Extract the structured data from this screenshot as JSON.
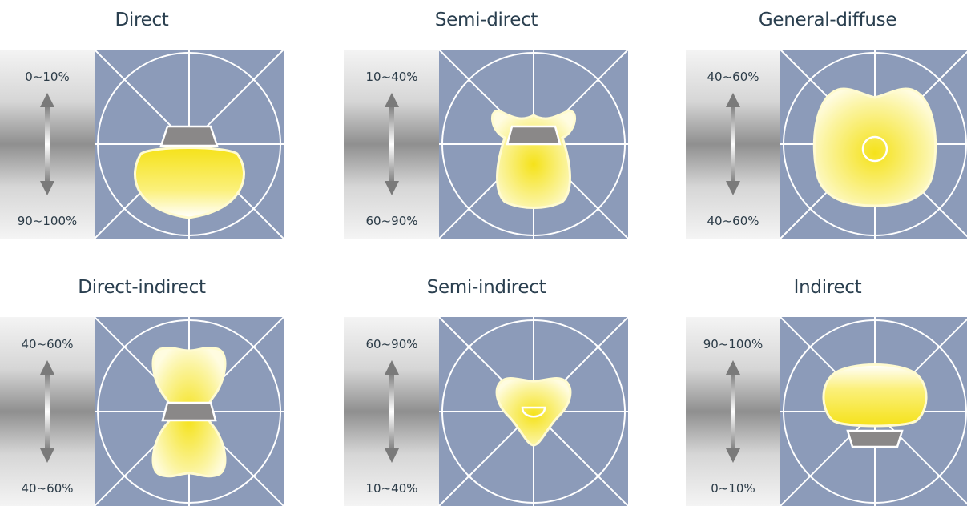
{
  "panels": [
    {
      "title": "Direct",
      "upper": "0~10%",
      "lower": "90~100%"
    },
    {
      "title": "Semi-direct",
      "upper": "10~40%",
      "lower": "60~90%"
    },
    {
      "title": "General-diffuse",
      "upper": "40~60%",
      "lower": "40~60%"
    },
    {
      "title": "Direct-indirect",
      "upper": "40~60%",
      "lower": "40~60%"
    },
    {
      "title": "Semi-indirect",
      "upper": "60~90%",
      "lower": "10~40%"
    },
    {
      "title": "Indirect",
      "upper": "90~100%",
      "lower": "0~10%"
    }
  ],
  "colors": {
    "grid_bg": "#8c9bb9",
    "grid_lines": "#ffffff",
    "light_core": "#f5e21a",
    "light_edge": "#fffbd0",
    "fixture": "#8a8888"
  }
}
